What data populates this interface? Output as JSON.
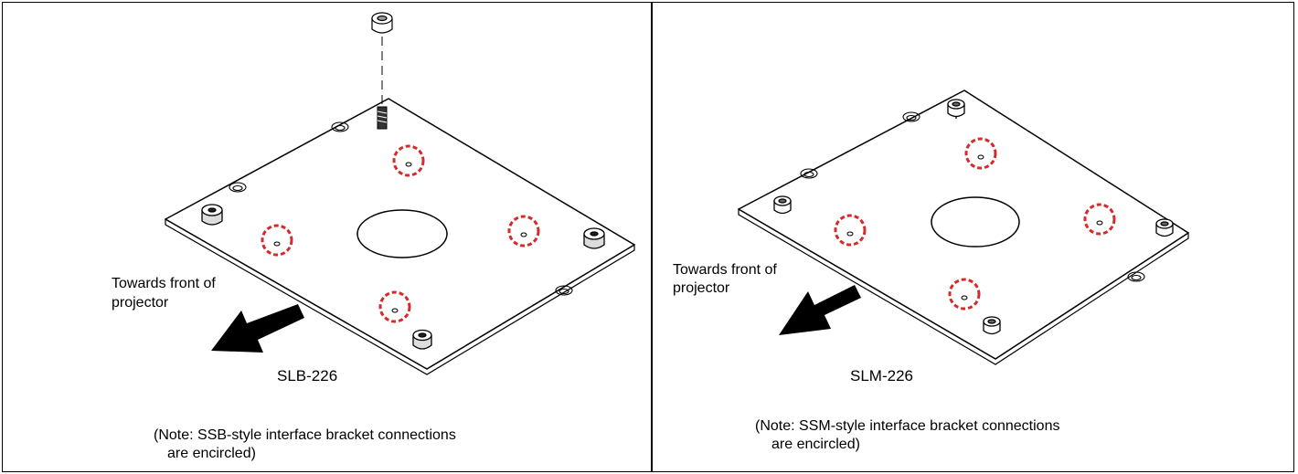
{
  "panels": [
    {
      "direction_label_line1": "Towards front of",
      "direction_label_line2": "projector",
      "model": "SLB-226",
      "note_line1": "(Note: SSB-style interface bracket connections",
      "note_line2": "are encircled)"
    },
    {
      "direction_label_line1": "Towards front of",
      "direction_label_line2": "projector",
      "model": "SLM-226",
      "note_line1": "(Note: SSM-style interface bracket connections",
      "note_line2": "are encircled)"
    }
  ],
  "colors": {
    "circle_highlight": "#d42a2a",
    "line": "#000000"
  }
}
